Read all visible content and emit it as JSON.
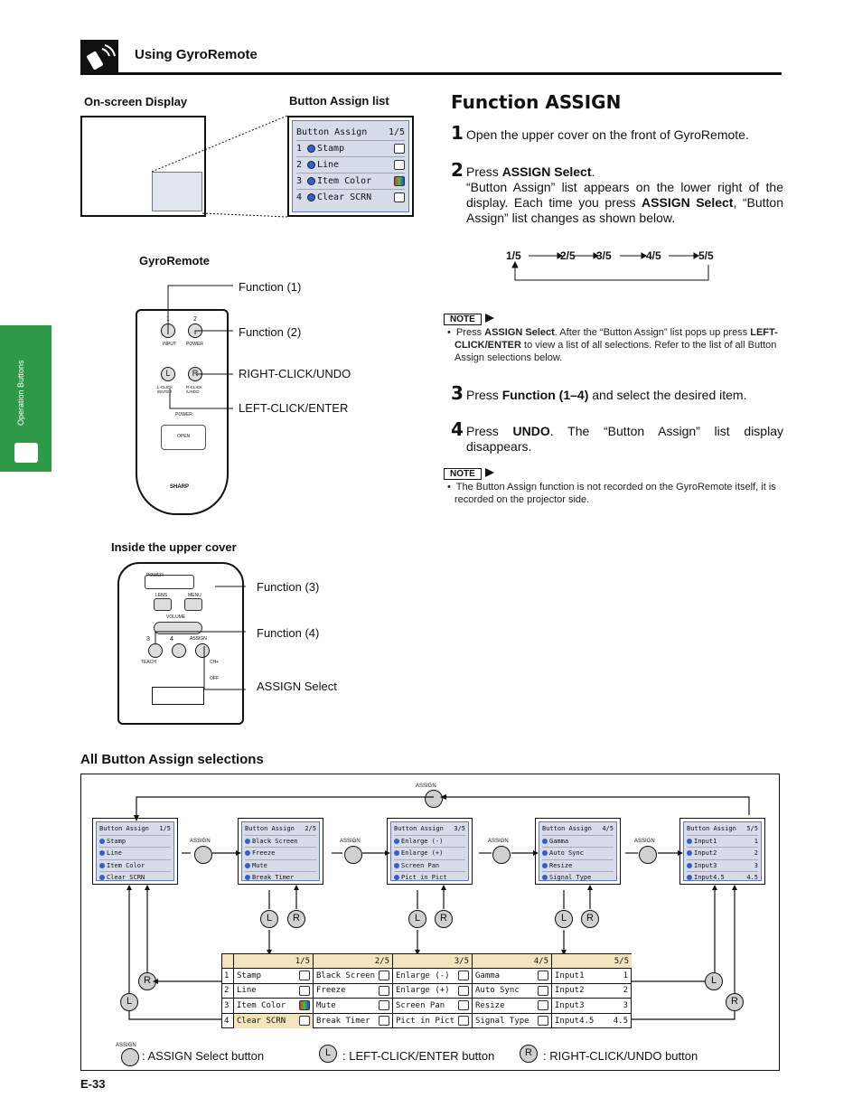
{
  "header": {
    "title": "Using GyroRemote"
  },
  "side_tab": {
    "label": "Operation Buttons"
  },
  "left": {
    "osd_label": "On-screen Display",
    "assign_list_label": "Button Assign list",
    "assign_list": {
      "title": "Button Assign",
      "page": "1/5",
      "items": [
        "Stamp",
        "Line",
        "Item Color",
        "Clear SCRN"
      ]
    },
    "gyro_label": "GyroRemote",
    "gyro_callouts": [
      "Function (1)",
      "Function (2)",
      "RIGHT-CLICK/UNDO",
      "LEFT-CLICK/ENTER"
    ],
    "remote_text": {
      "b1": "1",
      "b2": "2",
      "input": "INPUT",
      "power": "POWER",
      "l": "L",
      "r": "R",
      "lc": "L-CLICK /ENTER",
      "rc": "R-CLICK /UNDO",
      "power2": "POWER",
      "open": "OPEN",
      "brand": "SHARP"
    },
    "cover_label": "Inside the upper cover",
    "cover_callouts": [
      "Function (3)",
      "Function (4)",
      "ASSIGN Select"
    ],
    "cover_text": {
      "power": "POWER",
      "lens": "LENS",
      "menu": "MENU",
      "volume": "VOLUME",
      "n3": "3",
      "n4": "4",
      "assign": "ASSIGN",
      "teach": "TEACH",
      "chplus": "CH+",
      "off": "OFF"
    }
  },
  "right": {
    "title": "Function ASSIGN",
    "steps": [
      {
        "num": "1",
        "text": "Open the upper cover on the front of GyroRemote."
      },
      {
        "num": "2",
        "pre": "Press ",
        "bold": "ASSIGN Select",
        "post": ".",
        "body1": "“Button Assign” list appears on the lower right of the display. Each time you press ",
        "body_bold": "ASSIGN Select",
        "body2": ", “Button Assign” list changes as shown below."
      },
      {
        "num": "3",
        "pre": "Press ",
        "bold": "Function (1–4)",
        "post": " and select the desired item."
      },
      {
        "num": "4",
        "pre": "Press ",
        "bold": "UNDO",
        "post": ". The “Button Assign” list display disappears."
      }
    ],
    "cycle": [
      "1/5",
      "2/5",
      "3/5",
      "4/5",
      "5/5"
    ],
    "note_label": "NOTE",
    "note1": {
      "pre": "Press ",
      "b1": "ASSIGN Select",
      "mid": ". After the “Button Assign” list pops up press ",
      "b2": "LEFT-CLICK/ENTER",
      "post": " to view a list of all selections. Refer to the list of all Button Assign selections below."
    },
    "note2": "The Button Assign function is not recorded on the GyroRemote itself, it is recorded on the projector side."
  },
  "all_selections": {
    "label": "All Button Assign selections",
    "assign_tag": "ASSIGN",
    "screens": [
      {
        "title": "Button Assign",
        "page": "1/5",
        "items": [
          "Stamp",
          "Line",
          "Item Color",
          "Clear SCRN"
        ]
      },
      {
        "title": "Button Assign",
        "page": "2/5",
        "items": [
          "Black Screen",
          "Freeze",
          "Mute",
          "Break Timer"
        ]
      },
      {
        "title": "Button Assign",
        "page": "3/5",
        "items": [
          "Enlarge (-)",
          "Enlarge (+)",
          "Screen Pan",
          "Pict in Pict"
        ]
      },
      {
        "title": "Button Assign",
        "page": "4/5",
        "items": [
          "Gamma",
          "Auto Sync",
          "Resize",
          "Signal Type"
        ]
      },
      {
        "title": "Button Assign",
        "page": "5/5",
        "items": [
          "Input1",
          "Input2",
          "Input3",
          "Input4.5"
        ]
      }
    ],
    "screen5_vals": [
      "1",
      "2",
      "3",
      "4.5"
    ],
    "table": {
      "pages": [
        "1/5",
        "2/5",
        "3/5",
        "4/5",
        "5/5"
      ],
      "rows": [
        "1",
        "2",
        "3",
        "4"
      ],
      "cols": [
        [
          "Stamp",
          "Line",
          "Item Color",
          "Clear SCRN"
        ],
        [
          "Black Screen",
          "Freeze",
          "Mute",
          "Break Timer"
        ],
        [
          "Enlarge (-)",
          "Enlarge (+)",
          "Screen Pan",
          "Pict in Pict"
        ],
        [
          "Gamma",
          "Auto Sync",
          "Resize",
          "Signal Type"
        ],
        [
          "Input1",
          "Input2",
          "Input3",
          "Input4.5"
        ]
      ],
      "col5_vals": [
        "1",
        "2",
        "3",
        "4.5"
      ]
    },
    "L": "L",
    "R": "R",
    "legend": [
      ": ASSIGN Select button",
      ": LEFT-CLICK/ENTER button",
      ": RIGHT-CLICK/UNDO button"
    ]
  },
  "page_number": "E-33"
}
